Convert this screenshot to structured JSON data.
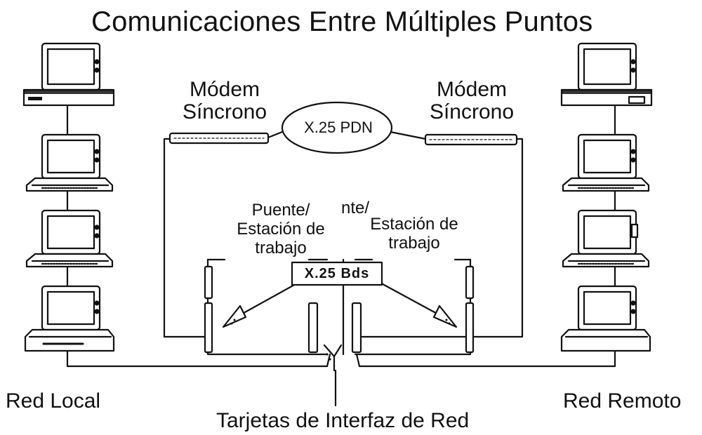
{
  "title": "Comunicaciones Entre Múltiples Puntos",
  "modem_left": [
    "Módem",
    "Síncrono"
  ],
  "modem_right": [
    "Módem",
    "Síncrono"
  ],
  "network_cloud": "X.25 PDN",
  "bridge_left": [
    "Puente/",
    "Estación de",
    "trabajo"
  ],
  "bridge_overlap_fragment": "nte/",
  "bridge_right": [
    "Estación de",
    "trabajo"
  ],
  "x25_box": "X.25  Bds",
  "label_local": "Red Local",
  "label_remote": "Red Remoto",
  "label_cards": "Tarjetas de Interfaz de Red",
  "icons": {
    "workstation": "computer-workstation-icon",
    "modem": "modem-icon",
    "cloud": "network-cloud-icon",
    "card": "network-interface-card-icon"
  }
}
